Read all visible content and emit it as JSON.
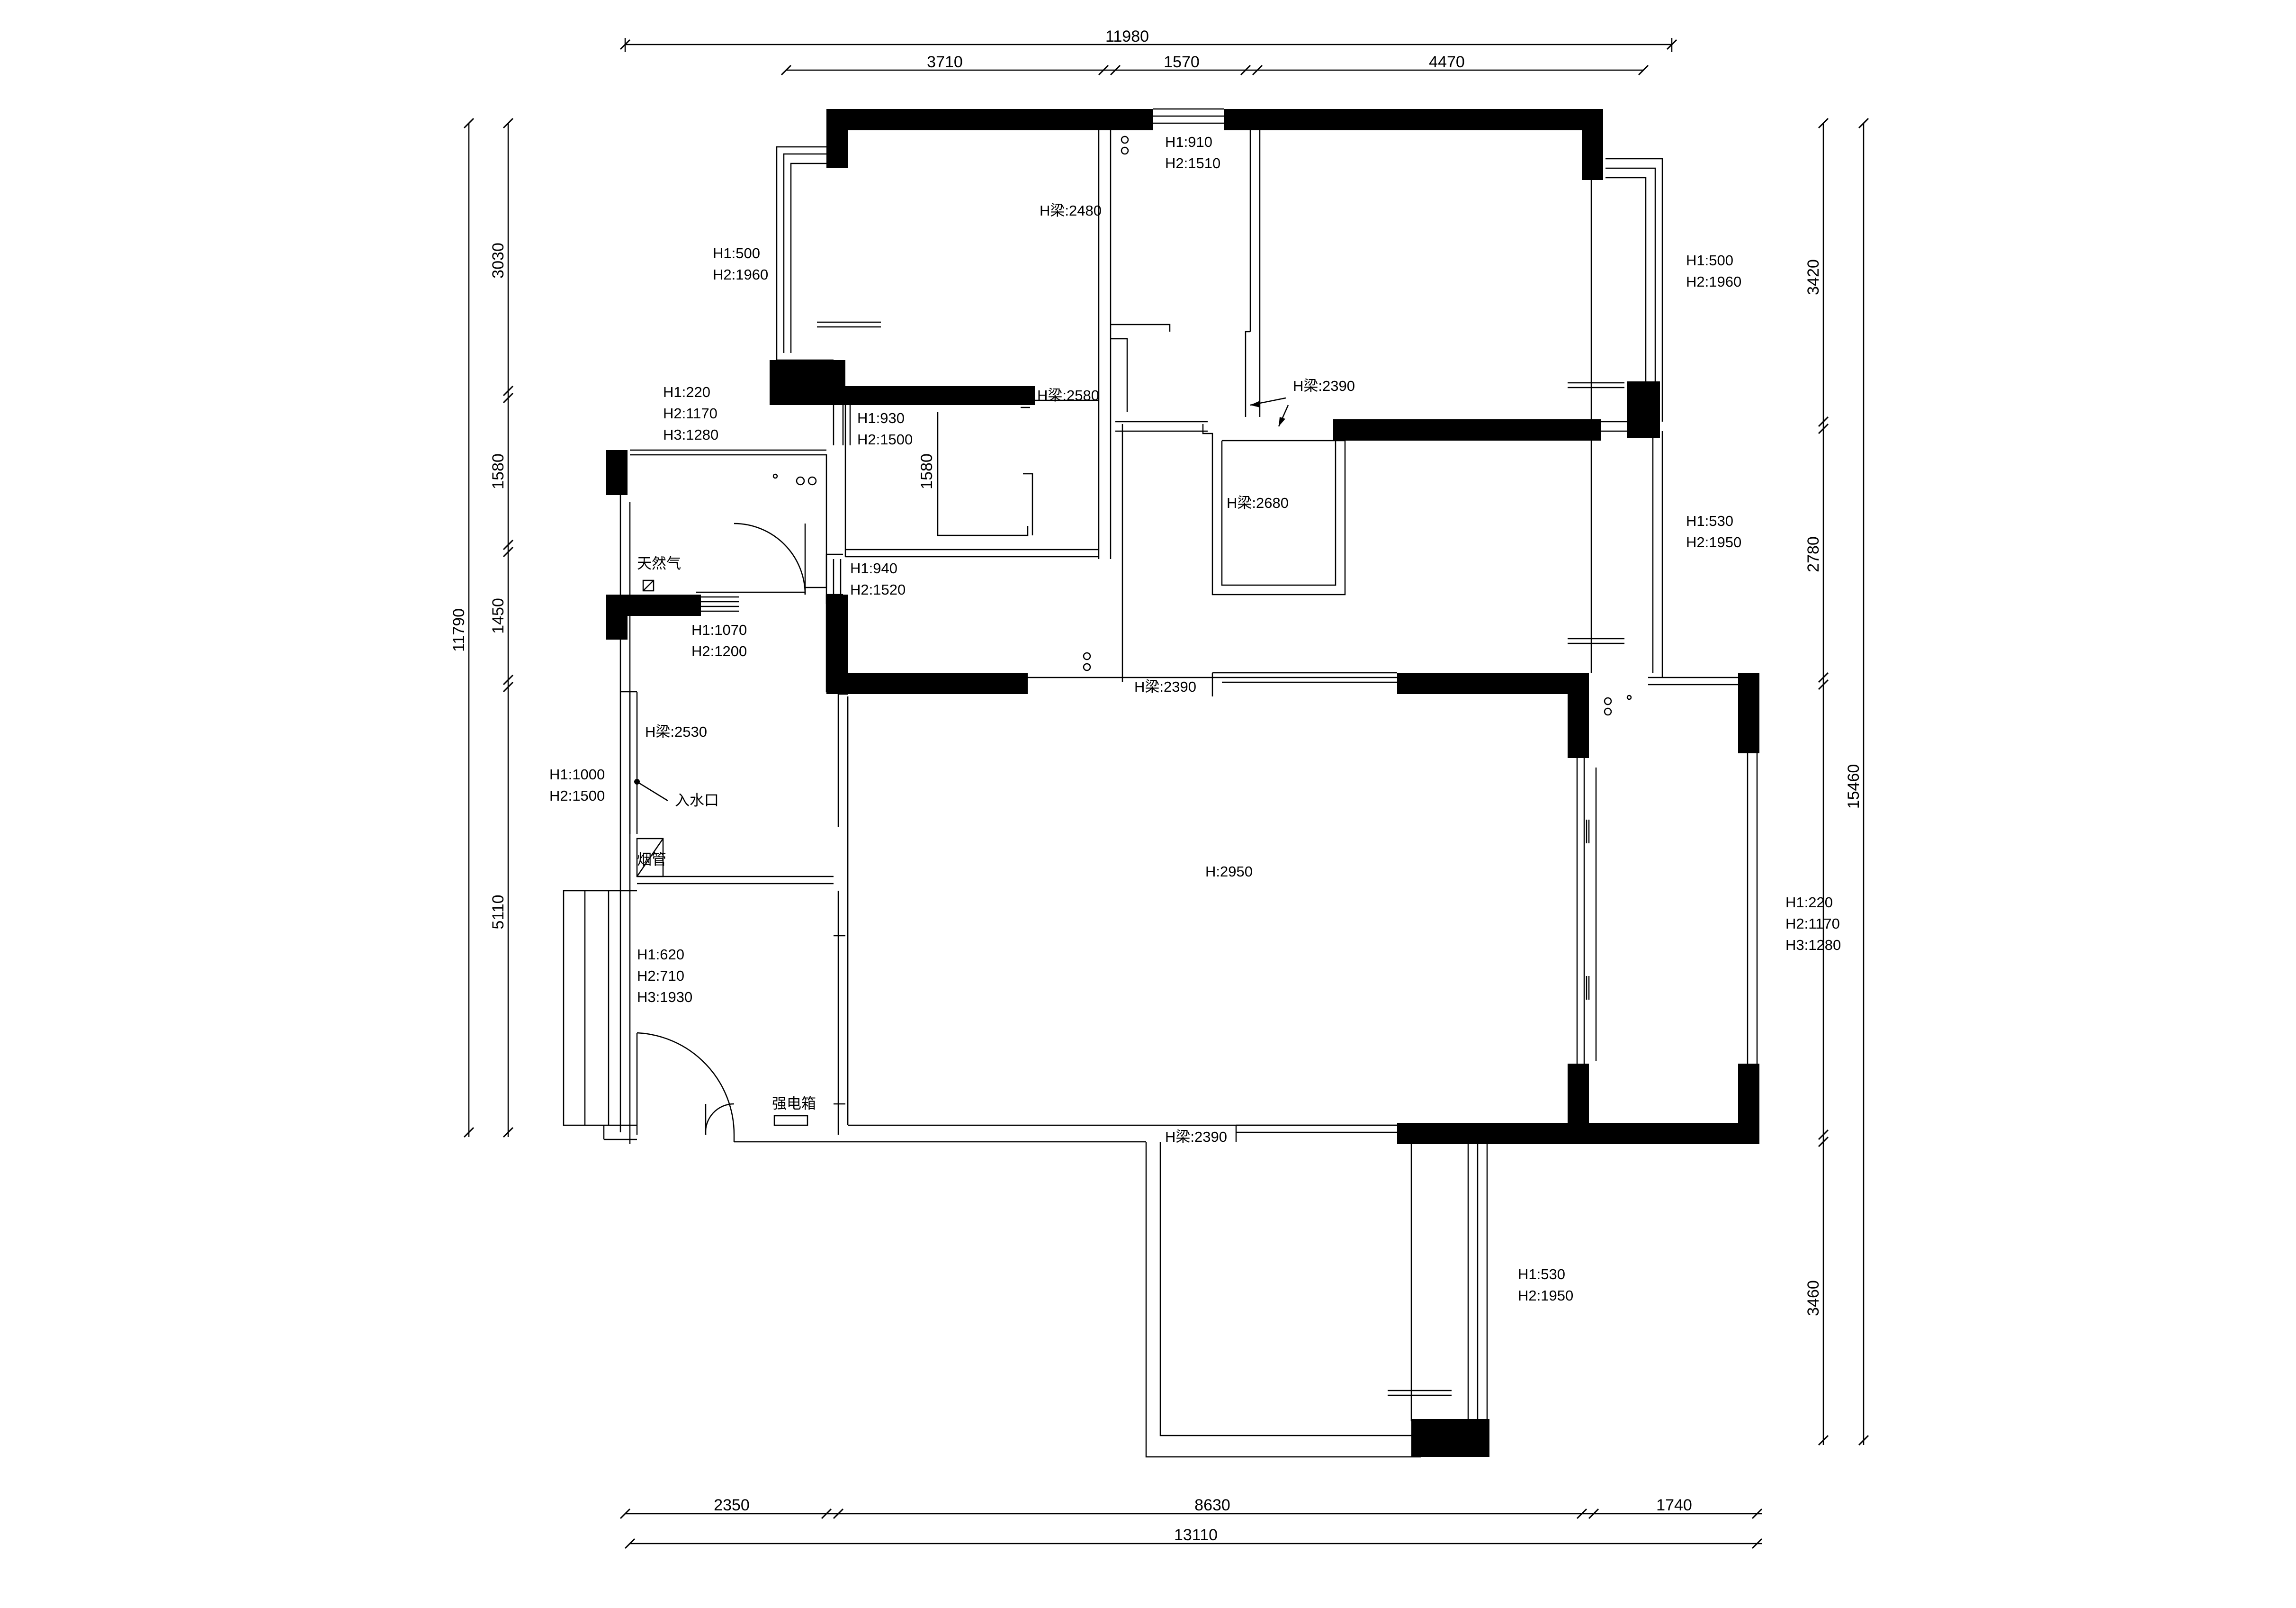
{
  "dimensions": {
    "top_total": "11980",
    "top_segments": [
      "3710",
      "1570",
      "4470"
    ],
    "bottom_segments": [
      "2350",
      "8630",
      "1740"
    ],
    "bottom_total": "13110",
    "left_total": "11790",
    "left_segments": [
      "3030",
      "1580",
      "1450",
      "5110"
    ],
    "right_total": "15460",
    "right_segments": [
      "3420",
      "2780",
      "3460"
    ],
    "inner_1580": "1580"
  },
  "labels": {
    "top_window_h1": "H1:910",
    "top_window_h2": "H2:1510",
    "beam_2480": "H梁:2480",
    "left_bed_h1": "H1:500",
    "left_bed_h2": "H2:1960",
    "right_bed_h1": "H1:500",
    "right_bed_h2": "H2:1960",
    "small_win_h1": "H1:220",
    "small_win_h2": "H2:1170",
    "small_win_h3": "H3:1280",
    "beam_2580": "H梁:2580",
    "beam_2390_a": "H梁:2390",
    "bath_h1": "H1:930",
    "bath_h2": "H2:1500",
    "beam_2680": "H梁:2680",
    "mid_right_h1": "H1:530",
    "mid_right_h2": "H2:1950",
    "gas": "天然气",
    "hall_win_h1": "H1:940",
    "hall_win_h2": "H2:1520",
    "kitchen_door_h1": "H1:1070",
    "kitchen_door_h2": "H2:1200",
    "beam_2390_b": "H梁:2390",
    "beam_2530": "H梁:2530",
    "kitchen_win_h1": "H1:1000",
    "kitchen_win_h2": "H2:1500",
    "water_inlet": "入水口",
    "flue": "烟管",
    "living_h": "H:2950",
    "east_win_h1": "H1:220",
    "east_win_h2": "H2:1170",
    "east_win_h3": "H3:1280",
    "entry_h1": "H1:620",
    "entry_h2": "H2:710",
    "entry_h3": "H3:1930",
    "power_box": "强电箱",
    "beam_2390_c": "H梁:2390",
    "balcony_h1": "H1:530",
    "balcony_h2": "H2:1950"
  }
}
